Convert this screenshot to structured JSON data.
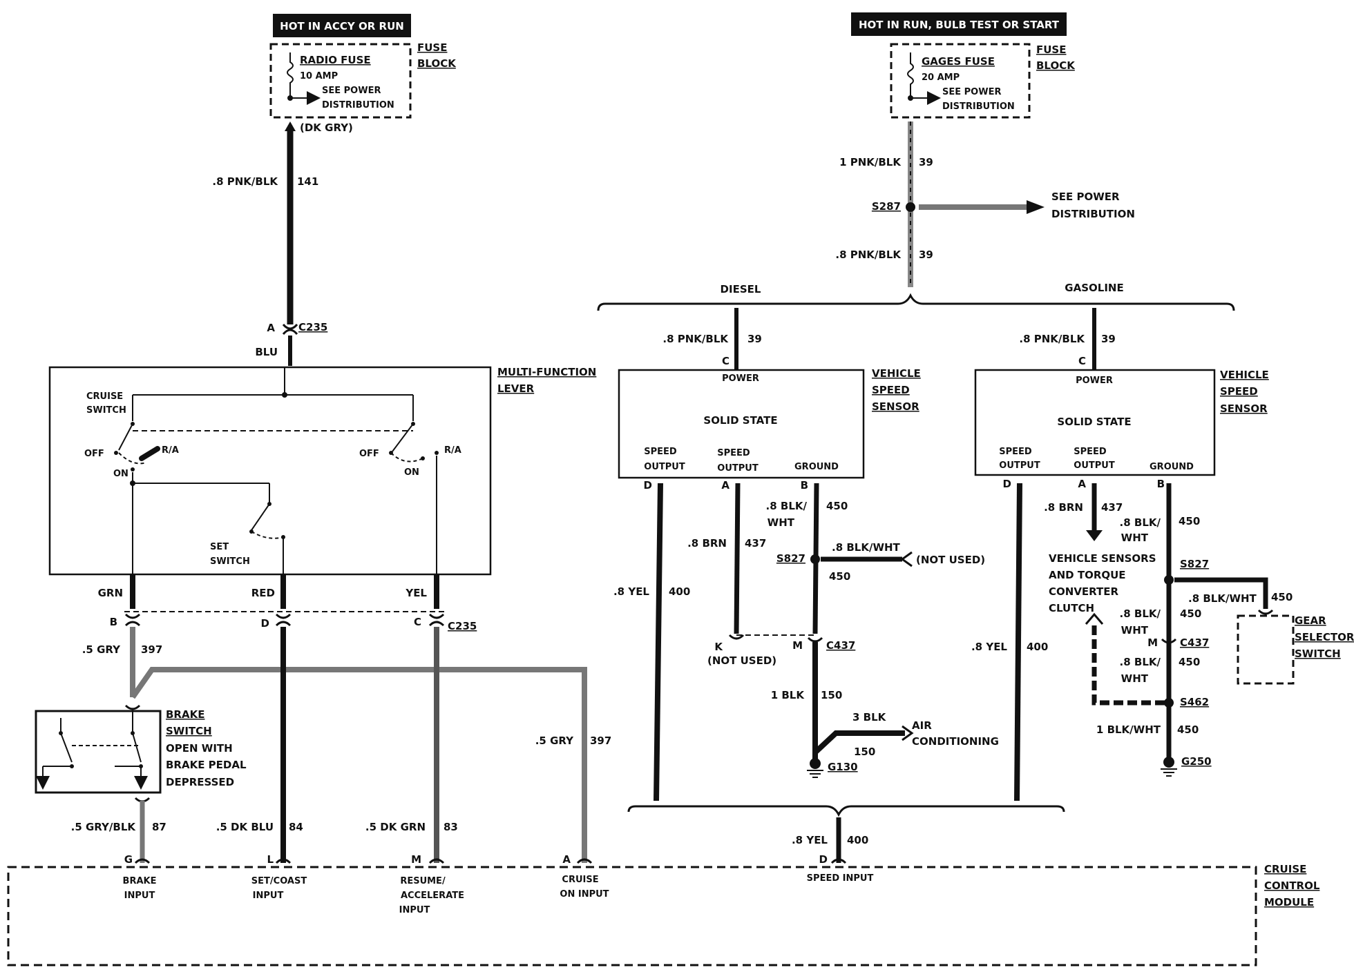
{
  "header_left": "HOT IN ACCY OR RUN",
  "header_right": "HOT IN RUN, BULB TEST OR START",
  "fuse_left": {
    "name": "RADIO FUSE",
    "rating": "10 AMP",
    "see1": "SEE POWER",
    "see2": "DISTRIBUTION",
    "block1": "FUSE",
    "block2": "BLOCK"
  },
  "fuse_right": {
    "name": "GAGES FUSE",
    "rating": "20 AMP",
    "see1": "SEE POWER",
    "see2": "DISTRIBUTION",
    "block1": "FUSE",
    "block2": "BLOCK"
  },
  "left_feed": {
    "dkgry": "(DK GRY)",
    "wire": ".8 PNK/BLK",
    "circuit": "141",
    "pin": "A",
    "conn": "C235",
    "color": "BLU"
  },
  "mfl": {
    "title1": "MULTI-FUNCTION",
    "title2": "LEVER",
    "cruise1": "CRUISE",
    "cruise2": "SWITCH",
    "off": "OFF",
    "ra": "R/A",
    "on": "ON",
    "set1": "SET",
    "set2": "SWITCH"
  },
  "mfl_out": {
    "grn": "GRN",
    "red": "RED",
    "yel": "YEL",
    "pin_b": "B",
    "pin_d": "D",
    "pin_c": "C",
    "conn": "C235"
  },
  "gry_wire": {
    "wire": ".5 GRY",
    "circuit": "397",
    "wire2": ".5 GRY",
    "circuit2": "397"
  },
  "brake": {
    "l1": "BRAKE",
    "l2": "SWITCH",
    "l3": "OPEN WITH",
    "l4": "BRAKE PEDAL",
    "l5": "DEPRESSED"
  },
  "inputs": [
    {
      "wire": ".5 GRY/BLK",
      "circuit": "87",
      "pin": "G",
      "name1": "BRAKE",
      "name2": "INPUT",
      "name3": ""
    },
    {
      "wire": ".5 DK BLU",
      "circuit": "84",
      "pin": "L",
      "name1": "SET/COAST",
      "name2": "INPUT",
      "name3": ""
    },
    {
      "wire": ".5 DK GRN",
      "circuit": "83",
      "pin": "M",
      "name1": "RESUME/",
      "name2": "ACCELERATE",
      "name3": "INPUT"
    },
    {
      "wire": "",
      "circuit": "",
      "pin": "A",
      "name1": "CRUISE",
      "name2": "ON INPUT",
      "name3": ""
    }
  ],
  "right_feed": {
    "wire1": "1 PNK/BLK",
    "circuit1": "39",
    "splice": "S287",
    "see1": "SEE POWER",
    "see2": "DISTRIBUTION",
    "wire2": ".8 PNK/BLK",
    "circuit2": "39"
  },
  "diesel_label": "DIESEL",
  "gasoline_label": "GASOLINE",
  "vss_diesel": {
    "wire": ".8 PNK/BLK",
    "circuit": "39",
    "pin": "C",
    "power": "POWER",
    "body": "SOLID STATE",
    "t1": "VEHICLE",
    "t2": "SPEED",
    "t3": "SENSOR",
    "so1": "SPEED",
    "so2": "OUTPUT",
    "gnd": "GROUND",
    "pin_d": "D",
    "pin_a": "A",
    "pin_b": "B"
  },
  "vss_gas": {
    "wire": ".8 PNK/BLK",
    "circuit": "39",
    "pin": "C",
    "power": "POWER",
    "body": "SOLID STATE",
    "t1": "VEHICLE",
    "t2": "SPEED",
    "t3": "SENSOR",
    "so1": "SPEED",
    "so2": "OUTPUT",
    "gnd": "GROUND",
    "pin_d": "D",
    "pin_a": "A",
    "pin_b": "B"
  },
  "diesel_wires": {
    "yel": ".8 YEL",
    "yel_c": "400",
    "brn": ".8 BRN",
    "brn_c": "437",
    "bw1": ".8 BLK/",
    "bw2": "WHT",
    "bw_c": "450",
    "s827": "S827",
    "nu_wire": ".8 BLK/WHT",
    "nu_c": "450",
    "not_used": "(NOT USED)",
    "pin_k": "K",
    "k_nu": "(NOT USED)",
    "pin_m": "M",
    "c437": "C437",
    "blk": "1 BLK",
    "blk_c": "150",
    "ac_wire": "3 BLK",
    "ac_c": "150",
    "ac1": "AIR",
    "ac2": "CONDITIONING",
    "g130": "G130"
  },
  "gas_wires": {
    "yel": ".8 YEL",
    "yel_c": "400",
    "brn": ".8 BRN",
    "brn_c": "437",
    "vs1": "VEHICLE SENSORS",
    "vs2": "AND TORQUE",
    "vs3": "CONVERTER",
    "vs4": "CLUTCH",
    "bw1": ".8 BLK/",
    "bw2": "WHT",
    "bw_c": "450",
    "s827": "S827",
    "gs_wire": ".8 BLK/WHT",
    "gs_c": "450",
    "gear1": "GEAR",
    "gear2": "SELECTOR",
    "gear3": "SWITCH",
    "bw3": ".8 BLK/",
    "bw4": "WHT",
    "bw3_c": "450",
    "pin_m": "M",
    "c437": "C437",
    "bw5": ".8 BLK/",
    "bw6": "WHT",
    "bw5_c": "450",
    "s462": "S462",
    "g_wire": "1 BLK/WHT",
    "g_c": "450",
    "g250": "G250"
  },
  "speed_in": {
    "wire": ".8 YEL",
    "circuit": "400",
    "pin": "D",
    "name": "SPEED INPUT"
  },
  "module": {
    "l1": "CRUISE",
    "l2": "CONTROL",
    "l3": "MODULE"
  }
}
